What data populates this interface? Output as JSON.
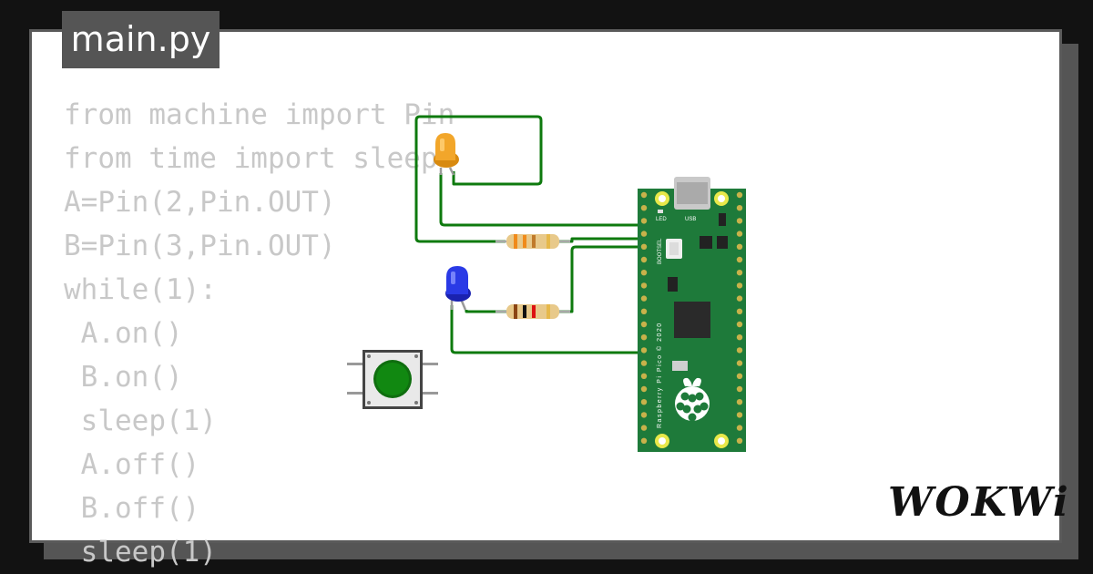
{
  "file_tab": {
    "label": "main.py"
  },
  "code": {
    "lines": [
      "from machine import Pin",
      "from time import sleep",
      "A=Pin(2,Pin.OUT)",
      "B=Pin(3,Pin.OUT)",
      "while(1):",
      " A.on()",
      " B.on()",
      " sleep(1)",
      " A.off()",
      " B.off()",
      " sleep(1)"
    ]
  },
  "board": {
    "led_label": "LED",
    "usb_label": "USB",
    "bootsel_label": "BOOTSEL",
    "silkscreen": "Raspberry Pi Pico © 2020"
  },
  "brand": {
    "logo": "WOKWi"
  },
  "colors": {
    "wire": "#0e7a0e",
    "board": "#1e7a3a",
    "led_orange": "#f0a020",
    "led_blue": "#2233dd",
    "button": "#118811"
  }
}
